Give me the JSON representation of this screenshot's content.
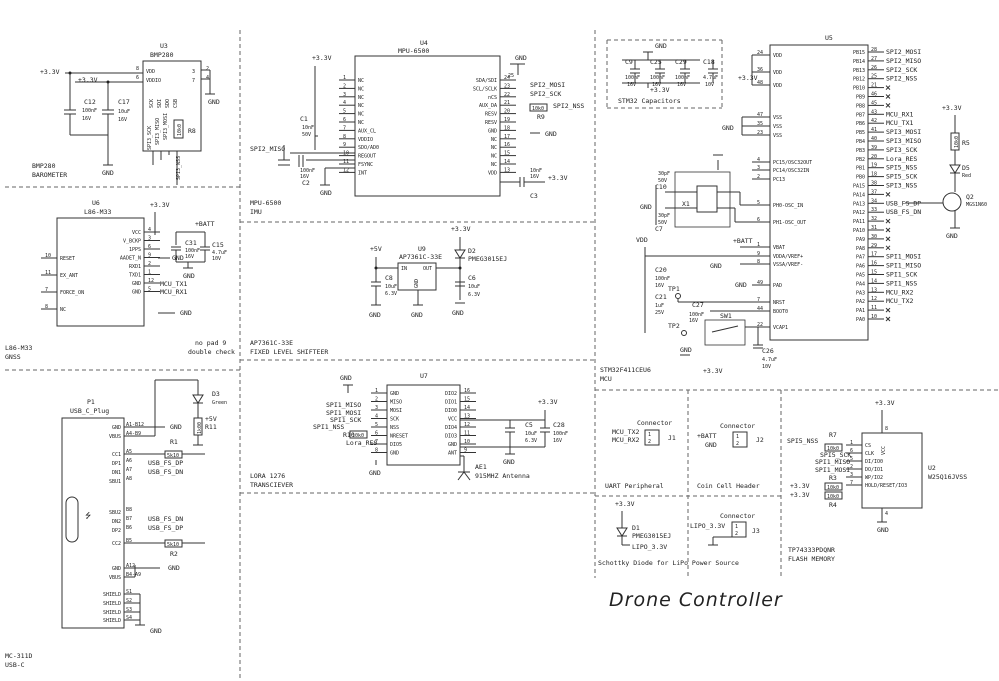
{
  "title": "Drone Controller",
  "sections": {
    "baro": {
      "ref": "U3",
      "part": "BMP280",
      "c1": "C12",
      "c2": "C17",
      "r": "R8",
      "rv": "10k0",
      "c1v": "100nF",
      "c1v2": "16V",
      "c2v": "10uF",
      "c2v2": "16V",
      "pins": [
        "VDD",
        "VDDIO",
        "SCK",
        "SDI",
        "SDO",
        "CSB"
      ],
      "pinnums": [
        "8",
        "6",
        "1",
        "2",
        "4",
        "5",
        "3",
        "7"
      ],
      "nets": [
        "SPI3_SCK",
        "SPI3_MISO",
        "SPI3_MOSI",
        "SPI3_NSS"
      ],
      "caption1": "BMP280",
      "caption2": "BAROMETER",
      "supply": "+3.3V",
      "supply2": "+3.3V",
      "gnd": "GND"
    },
    "imu": {
      "ref": "U4",
      "part": "MPU-6500",
      "supply": "+3.3V",
      "pins_left": [
        "NC",
        "NC",
        "NC",
        "NC",
        "NC",
        "NC",
        "AUX_CL",
        "VDDIO",
        "SDO/AD0",
        "REGOUT",
        "FSYNC",
        "INT"
      ],
      "pins_left_num": [
        "1",
        "2",
        "3",
        "4",
        "5",
        "6",
        "7",
        "8",
        "9",
        "10",
        "11",
        "12"
      ],
      "pins_right": [
        "SDA/SDI",
        "SCL/SCLK",
        "nCS",
        "AUX_DA",
        "RESV",
        "RESV",
        "GND",
        "NC",
        "NC",
        "NC",
        "NC",
        "VDD"
      ],
      "pins_right_num": [
        "24",
        "23",
        "22",
        "21",
        "20",
        "19",
        "18",
        "17",
        "16",
        "15",
        "14",
        "13"
      ],
      "nets": [
        "SPI2_MOSI",
        "SPI2_SCK",
        "SPI2_NSS",
        "SPI2_MISO"
      ],
      "r": "R9",
      "rv": "10k0",
      "c1": "C1",
      "c1v": "10nF",
      "c1v2": "50V",
      "c2": "C2",
      "c2v": "100nF",
      "c2v2": "16V",
      "c3": "C3",
      "c3v": "10nF",
      "c3v2": "16V",
      "pin25": "25",
      "gnd": "GND",
      "supply2": "+3.3V",
      "caption1": "MPU-6500",
      "caption2": "IMU"
    },
    "gnss": {
      "ref": "U6",
      "part": "L86-M33",
      "supply": "+3.3V",
      "batt": "+BATT",
      "pins_left": [
        "RESET",
        "EX_ANT",
        "FORCE_ON",
        "NC"
      ],
      "pins_left_num": [
        "10",
        "11",
        "7",
        "8"
      ],
      "pins_right": [
        "VCC",
        "V_BCKP",
        "1PPS",
        "AADET_N",
        "RXD1",
        "TXD1",
        "GND",
        "GND"
      ],
      "pins_right_num": [
        "4",
        "3",
        "6",
        "9",
        "2",
        "1",
        "12",
        "5"
      ],
      "nets": [
        "MCU_TX1",
        "MCU_RX1"
      ],
      "c1": "C31",
      "c1v": "100nF",
      "c1v2": "16V",
      "c2": "C15",
      "c2v": "4.7uF",
      "c2v2": "10V",
      "gnd": "GND",
      "caption1": "L86-M33",
      "caption2": "GNSS",
      "note1": "no pad 9",
      "note2": "double check"
    },
    "shift": {
      "ref": "U9",
      "part": "AP7361C-33E",
      "in": "+5V",
      "out": "+3.3V",
      "d": "D2",
      "dpart": "PMEG3015EJ",
      "c1": "C8",
      "c1v": "10uF",
      "c1v2": "6.3V",
      "c2": "C6",
      "c2v": "10uF",
      "c2v2": "6.3V",
      "pins": [
        "IN",
        "OUT",
        "GND"
      ],
      "pinnums": [
        "3",
        "2",
        "1"
      ],
      "gnd": "GND",
      "caption1": "AP7361C-33E",
      "caption2": "FIXED LEVEL SHIFTEER"
    },
    "lora": {
      "ref": "U7",
      "part": "LORA 1276",
      "pins_left": [
        "GND",
        "MISO",
        "MOSI",
        "SCK",
        "NSS",
        "NRESET",
        "DIO5",
        "GND"
      ],
      "pins_left_num": [
        "1",
        "2",
        "3",
        "4",
        "5",
        "6",
        "7",
        "8"
      ],
      "pins_right": [
        "DIO2",
        "DIO1",
        "DIO0",
        "VCC",
        "DIO4",
        "DIO3",
        "GND",
        "ANT"
      ],
      "pins_right_num": [
        "16",
        "15",
        "14",
        "13",
        "12",
        "11",
        "10",
        "9"
      ],
      "nets": [
        "SPI1_MISO",
        "SPI1_MOSI",
        "SPI1_SCK",
        "SPI1_NSS",
        "Lora_RES"
      ],
      "r": "R10",
      "rv": "10k0",
      "c1": "C5",
      "c1v": "10uF",
      "c1v2": "6.3V",
      "c2": "C28",
      "c2v": "100nF",
      "c2v2": "16V",
      "supply": "+3.3V",
      "ant": "AE1",
      "antv": "915MHZ Antenna",
      "gnd": "GND",
      "caption1": "LORA 1276",
      "caption2": "TRANSCIEVER"
    },
    "usb": {
      "ref": "P1",
      "part": "USB_C_Plug",
      "pins_left": [
        "GND",
        "VBUS",
        "CC1",
        "DP1",
        "DN1",
        "SBU1",
        "SBU2",
        "DN2",
        "DP2",
        "CC2",
        "GND",
        "VBUS",
        "SHIELD",
        "SHIELD",
        "SHIELD",
        "SHIELD"
      ],
      "pins_num": [
        "A1-B12",
        "A4-B9",
        "A5",
        "A6",
        "A7",
        "A8",
        "B8",
        "B7",
        "B6",
        "B5",
        "A12",
        "B4-A9",
        "S1",
        "S2",
        "S3",
        "S4"
      ],
      "nets": [
        "USB_FS_DP",
        "USB_FS_DN",
        "USB_FS_DN",
        "USB_FS_DP"
      ],
      "r1": "R1",
      "r1v": "5k10",
      "r2": "R2",
      "r2v": "5k10",
      "d": "D3",
      "dcol": "Green",
      "r11": "R11",
      "r11v": "1k00",
      "supply": "+5V",
      "gnd": "GND",
      "caption1": "MC-311D",
      "caption2": "USB-C"
    },
    "mcu": {
      "ref": "U5",
      "part": "STM32F411CEU6",
      "left": [
        "VDD",
        "VDD",
        "VDD",
        "VSS",
        "VSS",
        "VSS",
        "PC15/OSC32OUT",
        "PC14/OSC32IN",
        "PC13",
        "PH0-OSC_IN",
        "PH1-OSC_OUT",
        "VBAT",
        "VDDA/VREF+",
        "VSSA/VREF-",
        "PAD",
        "NRST",
        "BOOT0",
        "VCAP1"
      ],
      "left_num": [
        "24",
        "36",
        "48",
        "47",
        "35",
        "23",
        "4",
        "3",
        "2",
        "5",
        "6",
        "1",
        "9",
        "8",
        "49",
        "7",
        "44",
        "22"
      ],
      "right": [
        "PB15",
        "PB14",
        "PB13",
        "PB12",
        "PB10",
        "PB9",
        "PB8",
        "PB7",
        "PB6",
        "PB5",
        "PB4",
        "PB3",
        "PB2",
        "PB1",
        "PB0",
        "PA15",
        "PA14",
        "PA13",
        "PA12",
        "PA11",
        "PA10",
        "PA9",
        "PA8",
        "PA7",
        "PA6",
        "PA5",
        "PA4",
        "PA3",
        "PA2",
        "PA1",
        "PA0"
      ],
      "right_num": [
        "28",
        "27",
        "26",
        "25",
        "21",
        "46",
        "45",
        "43",
        "42",
        "41",
        "40",
        "39",
        "20",
        "19",
        "18",
        "38",
        "37",
        "34",
        "33",
        "32",
        "31",
        "30",
        "29",
        "17",
        "16",
        "15",
        "14",
        "13",
        "12",
        "11",
        "10"
      ],
      "right_nets": [
        "SPI2_MOSI",
        "SPI2_MISO",
        "SPI2_SCK",
        "SPI2_NSS",
        "",
        "",
        "",
        "MCU_RX1",
        "MCU_TX1",
        "SPI3_MOSI",
        "SPI3_MISO",
        "SPI3_SCK",
        "Lora_RES",
        "SPI5_NSS",
        "SPI5_SCK",
        "SPI3_NSS",
        "",
        "USB_FS_DP",
        "USB_FS_DN",
        "",
        "",
        "",
        "",
        "SPI1_MOSI",
        "SPI1_MISO",
        "SPI1_SCK",
        "SPI1_NSS",
        "MCU_RX2",
        "MCU_TX2",
        "",
        ""
      ],
      "supply": "+3.3V",
      "batt": "+BATT",
      "vdd": "VDD",
      "gnd": "GND",
      "x1": "X1",
      "c10": "C10",
      "c10v": "30pF",
      "c10v2": "50V",
      "c7": "C7",
      "c7v": "30pF",
      "c7v2": "50V",
      "c20": "C20",
      "c20v": "100nF",
      "c20v2": "16V",
      "c21": "C21",
      "c21v": "1uF",
      "c21v2": "25V",
      "c27": "C27",
      "c27v": "100nF",
      "c27v2": "16V",
      "c26": "C26",
      "c26v": "4.7uF",
      "c26v2": "10V",
      "tp1": "TP1",
      "tp2": "TP2",
      "sw": "SW1",
      "r5": "R5",
      "r5v": "10k0",
      "d5": "D5",
      "d5c": "Red",
      "q2": "Q2",
      "q2v": "MGS1N60",
      "caption": "STM32F411CEU6",
      "caption2": "MCU"
    },
    "caps": {
      "title": "STM32 Capacitors",
      "refs": [
        "C9",
        "C25",
        "C29",
        "C18"
      ],
      "vals": [
        "100nF",
        "100nF",
        "100nF",
        "4.7uF"
      ],
      "vals2": [
        "16V",
        "16V",
        "16V",
        "10V"
      ],
      "gnd": "GND",
      "supply": "+3.3V"
    },
    "uart": {
      "ref": "J1",
      "label": "Connector",
      "nets": [
        "MCU_TX2",
        "MCU_RX2"
      ],
      "pins": [
        "1",
        "2"
      ],
      "caption": "UART Peripheral"
    },
    "coin": {
      "ref": "J2",
      "label": "Connector",
      "nets": [
        "+BATT",
        "GND"
      ],
      "pins": [
        "1",
        "2"
      ],
      "caption": "Coin Cell Header"
    },
    "flash": {
      "ref": "U2",
      "part": "W25Q16JVSS",
      "r7": "R7",
      "r7v": "10k0",
      "r3": "R3",
      "r3v": "10k0",
      "r4": "R4",
      "r4v": "10k0",
      "supply": "+3.3V",
      "supply2": "+3.3V",
      "gnd": "GND",
      "pins_left": [
        "CS",
        "CLK",
        "DI/IO0",
        "DO/IO1",
        "WP/IO2",
        "HOLD/RESET/IO3"
      ],
      "pins_left_num": [
        "1",
        "6",
        "5",
        "2",
        "3",
        "7"
      ],
      "pin8": "8",
      "pin4": "4",
      "nets": [
        "SPI5_NSS",
        "SPI5_SCK",
        "SPI1_MISO",
        "SPI1_MOSI"
      ],
      "vcc": "VCC",
      "caption1": "TP74333PDQNR",
      "caption2": "FLASH MEMORY"
    },
    "lipo": {
      "ref": "J3",
      "label": "Connector",
      "d": "D1",
      "dpart": "PMEG3015EJ",
      "net": "LIPO_3.3V",
      "net2": "LIPO_3.3V",
      "supply": "+3.3V",
      "pins": [
        "1",
        "2"
      ],
      "caption": "Schottky Diode for LiPo Power Source"
    }
  }
}
